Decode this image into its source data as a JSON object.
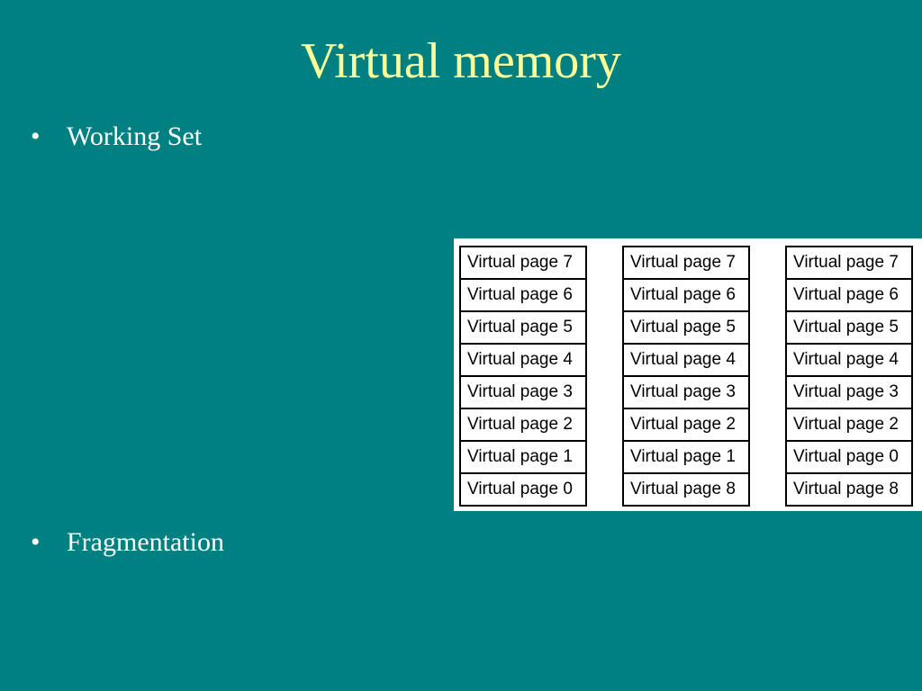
{
  "slide": {
    "title": "Virtual memory",
    "bullets": [
      {
        "marker": "•",
        "text": "Working Set"
      },
      {
        "marker": "•",
        "text": "Fragmentation"
      }
    ]
  },
  "figure": {
    "columns": [
      {
        "pages": [
          "Virtual page 7",
          "Virtual page 6",
          "Virtual page 5",
          "Virtual page 4",
          "Virtual page 3",
          "Virtual page 2",
          "Virtual page 1",
          "Virtual page 0"
        ]
      },
      {
        "pages": [
          "Virtual page 7",
          "Virtual page 6",
          "Virtual page 5",
          "Virtual page 4",
          "Virtual page 3",
          "Virtual page 2",
          "Virtual page 1",
          "Virtual page 8"
        ]
      },
      {
        "pages": [
          "Virtual page 7",
          "Virtual page 6",
          "Virtual page 5",
          "Virtual page 4",
          "Virtual page 3",
          "Virtual page 2",
          "Virtual page 0",
          "Virtual page 8"
        ]
      }
    ]
  },
  "colors": {
    "background": "#008080",
    "title": "#ffff99",
    "text": "#ffffff"
  }
}
